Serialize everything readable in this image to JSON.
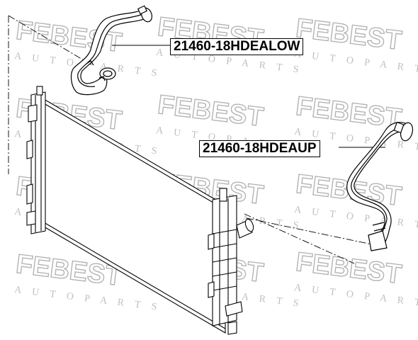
{
  "parts": [
    {
      "id": "lower",
      "part_number": "21460-18HDEALOW"
    },
    {
      "id": "upper",
      "part_number": "21460-18HDEAUP"
    }
  ],
  "watermark": {
    "brand": "FEBEST",
    "tagline": "A U T O   P A R T S"
  }
}
